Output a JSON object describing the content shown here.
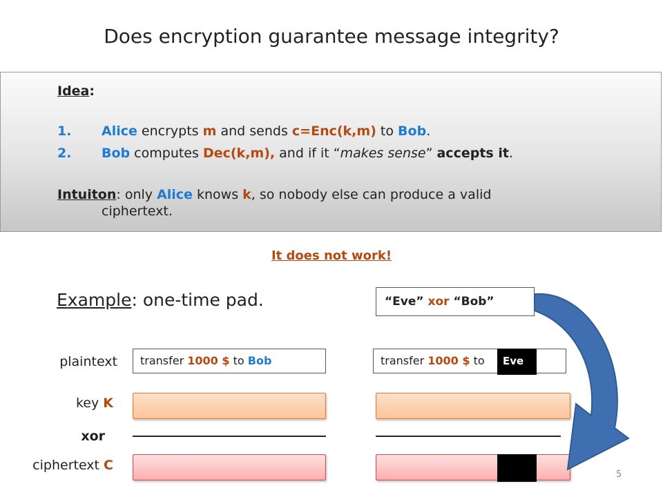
{
  "title": "Does encryption guarantee message integrity?",
  "idea": {
    "heading": "Idea",
    "colon": ":",
    "step1": {
      "num": "1.",
      "actor": "Alice",
      "t1": " encrypts ",
      "m": "m",
      "t2": " and sends ",
      "c": "c=Enc(k,m)",
      "t3": " to ",
      "bob": "Bob",
      "t4": "."
    },
    "step2": {
      "num": "2.",
      "actor": "Bob",
      "t1": " computes ",
      "dec": "Dec(k,m),",
      "t2": " and if it “",
      "sense": "makes sense",
      "t3": "” ",
      "accept": "accepts it",
      "t4": "."
    },
    "intuition": {
      "label": "Intuiton",
      "t1": ": only ",
      "alice": "Alice",
      "t2": " knows ",
      "k": "k",
      "t3": ", so nobody else can produce a valid",
      "line2": "ciphertext."
    }
  },
  "failure_note": "It does not work!",
  "example": {
    "label": "Example",
    "rest": ": one-time pad."
  },
  "row_labels": {
    "plaintext": "plaintext",
    "key_prefix": "key ",
    "key_var": "K",
    "xor": "xor",
    "cipher_prefix": "ciphertext ",
    "cipher_var": "C"
  },
  "left_plaintext": {
    "t1": "transfer ",
    "amount": "1000 $",
    "t2": " to ",
    "name": "Bob"
  },
  "right_plaintext": {
    "t1": "transfer ",
    "amount": "1000 $",
    "t2": " to",
    "patch": "Eve"
  },
  "eve_xor": {
    "q1": "“Eve” ",
    "op": "xor",
    "q2": " “Bob”"
  },
  "page_number": "5",
  "colors": {
    "accent_blue": "#1f7ad0",
    "accent_brown": "#b34a12",
    "arrow_fill": "#3f6fb0"
  }
}
